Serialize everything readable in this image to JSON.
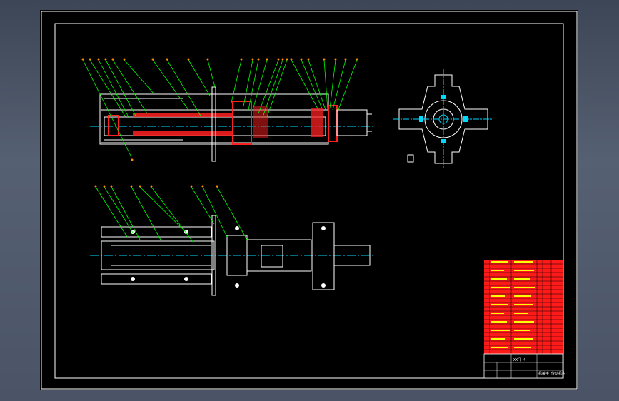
{
  "drawing": {
    "title_block": {
      "drawing_title": "XX门-4",
      "part_name": "机械手 传动机构"
    },
    "colors": {
      "outline": "#ffffff",
      "leader": "#00ff00",
      "balloon": "#ff8c00",
      "centerline": "#00d8ff",
      "section": "#ff2020",
      "bom_fill": "#ff1a1a",
      "bom_text": "#ffff00"
    },
    "views": [
      "section-view",
      "end-view",
      "top-view",
      "bom-table",
      "title-block"
    ]
  }
}
